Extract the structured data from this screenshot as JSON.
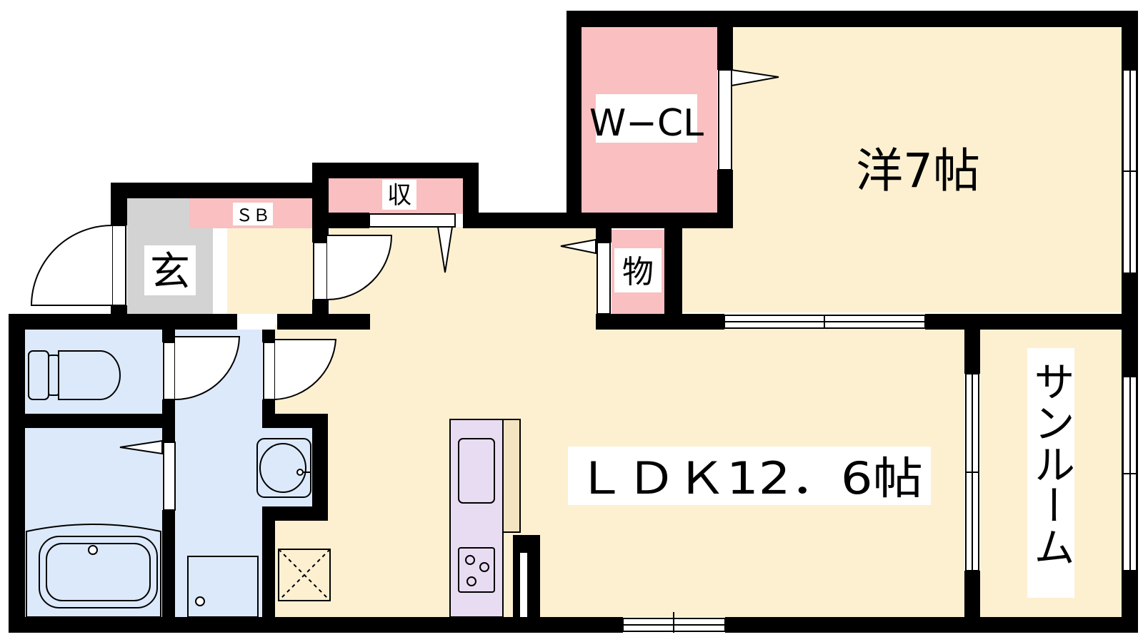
{
  "rooms": {
    "western_room": "洋7帖",
    "walk_in_closet": "W−CL",
    "storage_small": "物",
    "storage": "収",
    "shoe_box": "ＳＢ",
    "entrance": "玄",
    "ldk": "ＬＤＫ12．6帖",
    "sunroom": "サンルーム"
  },
  "colors": {
    "wall": "#000000",
    "living_floor": "#fdf0d1",
    "closet": "#f9bfc1",
    "wet_area": "#dce9fb",
    "entrance": "#d3d3d3",
    "kitchen": "#e8dcf2",
    "counter": "#f3e3c1"
  }
}
